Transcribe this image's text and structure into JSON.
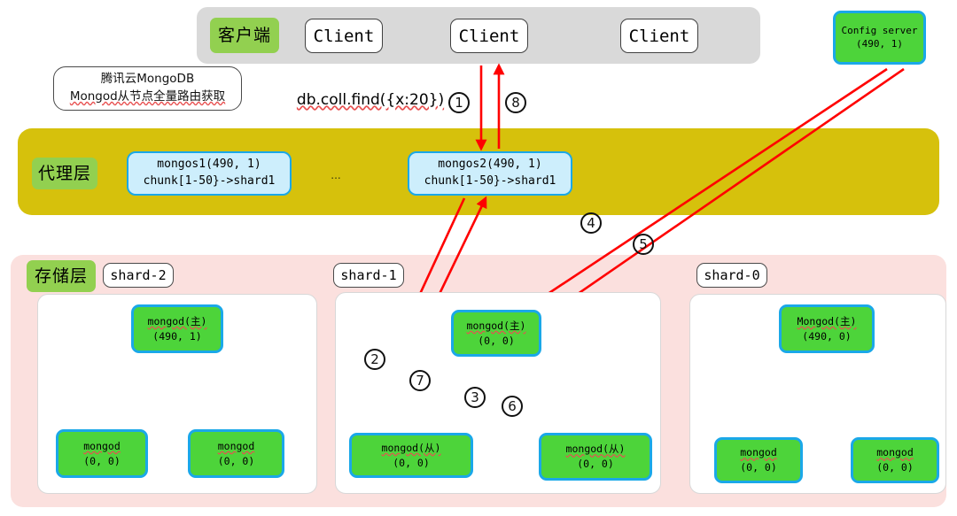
{
  "diagram": {
    "title_annotation": {
      "line1": "腾讯云MongoDB",
      "line2": "Mongod从节点全量路由获取"
    },
    "command": "db.coll.find({x:20})"
  },
  "client_layer": {
    "tag": "客户端",
    "clients": [
      {
        "label": "Client"
      },
      {
        "label": "Client"
      },
      {
        "label": "Client"
      }
    ]
  },
  "config_server": {
    "name": "Config server",
    "version": "(490, 1)"
  },
  "proxy_layer": {
    "tag": "代理层",
    "ellipsis": "...",
    "nodes": [
      {
        "line1": "mongos1(490, 1)",
        "line2": "chunk[1-50}->shard1"
      },
      {
        "line1": "mongos2(490, 1)",
        "line2": "chunk[1-50}->shard1"
      }
    ]
  },
  "storage_layer": {
    "tag": "存储层",
    "shards": [
      {
        "label": "shard-2",
        "nodes": [
          {
            "name": "mongod(主)",
            "version": "(490, 1)"
          },
          {
            "name": "mongod",
            "version": "(0, 0)"
          },
          {
            "name": "mongod",
            "version": "(0, 0)"
          }
        ]
      },
      {
        "label": "shard-1",
        "nodes": [
          {
            "name": "mongod(主)",
            "version": "(0, 0)"
          },
          {
            "name": "mongod(从)",
            "version": "(0, 0)"
          },
          {
            "name": "mongod(从)",
            "version": "(0, 0)"
          }
        ]
      },
      {
        "label": "shard-0",
        "nodes": [
          {
            "name": "Mongod(主)",
            "version": "(490, 0)"
          },
          {
            "name": "mongod",
            "version": "(0, 0)"
          },
          {
            "name": "mongod",
            "version": "(0, 0)"
          }
        ]
      }
    ]
  },
  "steps": [
    {
      "id": "1",
      "label": "①"
    },
    {
      "id": "2",
      "label": "②"
    },
    {
      "id": "3",
      "label": "③"
    },
    {
      "id": "4",
      "label": "④"
    },
    {
      "id": "5",
      "label": "⑤"
    },
    {
      "id": "6",
      "label": "⑥"
    },
    {
      "id": "7",
      "label": "⑦"
    },
    {
      "id": "8",
      "label": "⑧"
    }
  ],
  "colors": {
    "proxy_band": "#d6c10c",
    "client_band": "#d9d9d9",
    "storage_band": "#fbe0de",
    "node_green": "#4dd43a",
    "node_border_blue": "#1aa8e8",
    "mongos_fill": "#cdeefc",
    "tag_green": "#92d050",
    "flow_arrow_red": "#ff0000",
    "replica_arrow_blue": "#1f9fe0"
  }
}
